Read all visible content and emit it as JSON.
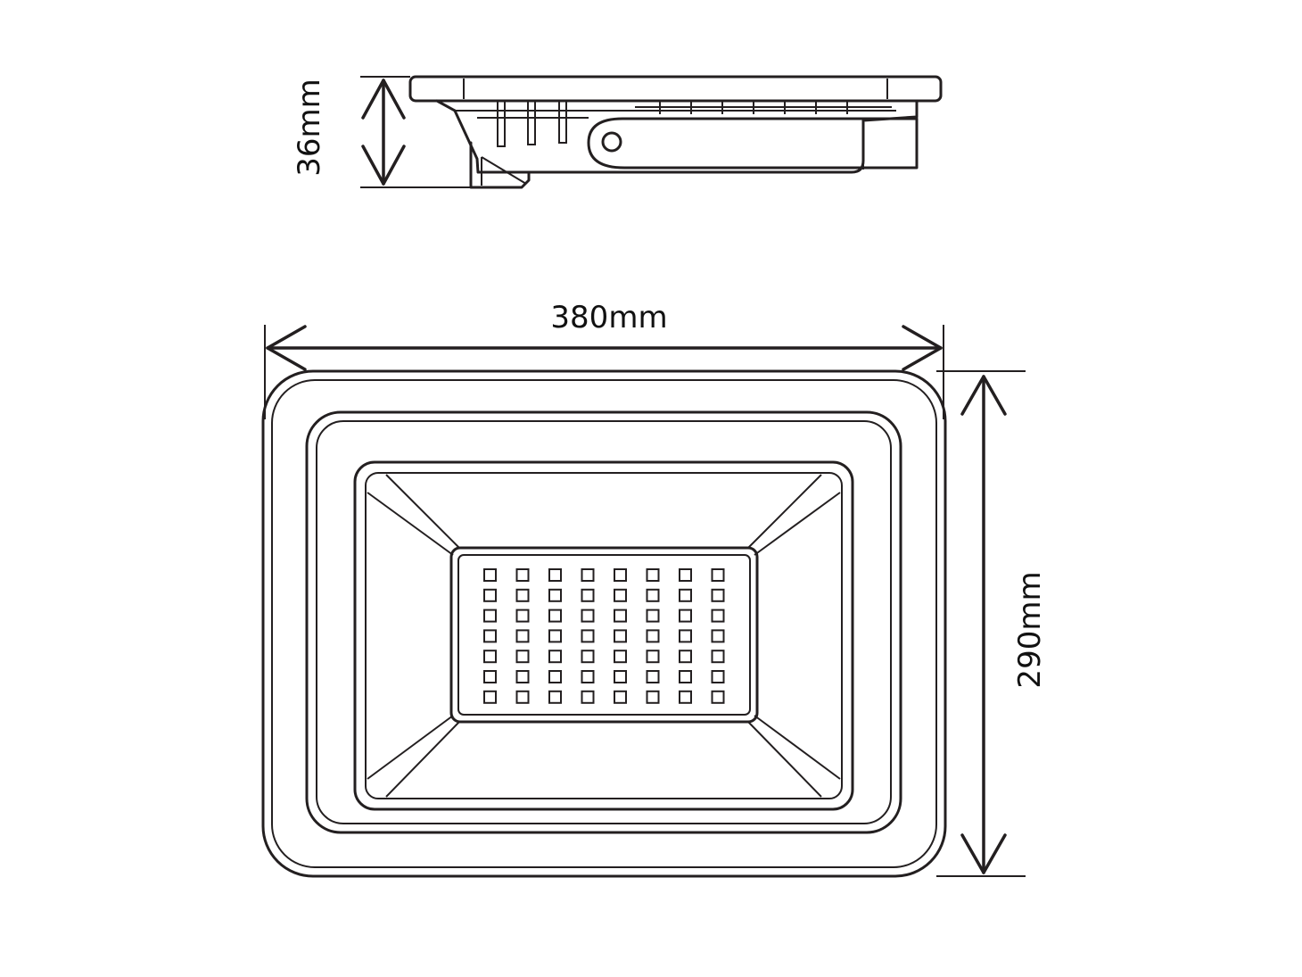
{
  "dimensions": {
    "depth": "36mm",
    "width": "380mm",
    "height": "290mm"
  },
  "led_grid": {
    "columns": 8,
    "rows": 7
  },
  "colors": {
    "line": "#231f20",
    "background": "#ffffff"
  }
}
